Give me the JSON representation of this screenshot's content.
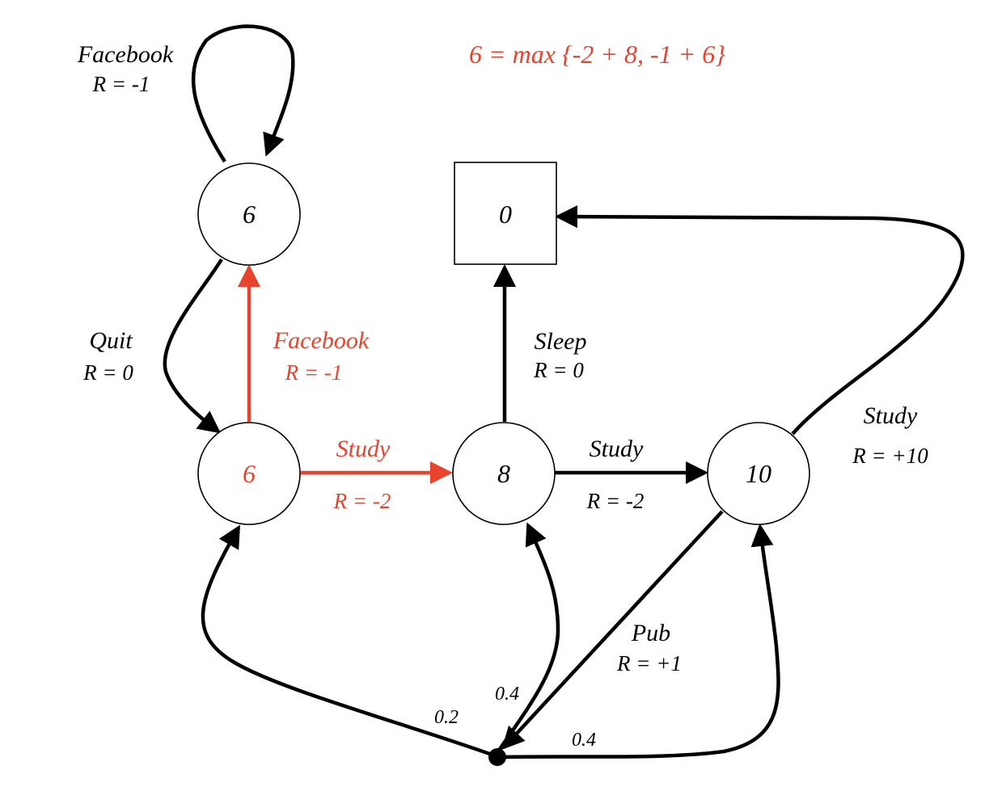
{
  "equation": "6 = max {-2 + 8,  -1 + 6}",
  "nodes": {
    "facebook_state": "6",
    "class1_state": "6",
    "class2_state": "8",
    "class3_state": "10",
    "sleep_terminal": "0"
  },
  "edges": {
    "facebook_loop": {
      "action": "Facebook",
      "reward": "R = -1"
    },
    "quit": {
      "action": "Quit",
      "reward": "R = 0"
    },
    "facebook_red": {
      "action": "Facebook",
      "reward": "R = -1"
    },
    "study_red": {
      "action": "Study",
      "reward": "R = -2"
    },
    "sleep": {
      "action": "Sleep",
      "reward": "R = 0"
    },
    "study_mid": {
      "action": "Study",
      "reward": "R = -2"
    },
    "study_final": {
      "action": "Study",
      "reward": "R = +10"
    },
    "pub": {
      "action": "Pub",
      "reward": "R = +1"
    }
  },
  "probabilities": {
    "to_class1": "0.2",
    "to_class2": "0.4",
    "to_class3": "0.4"
  },
  "colors": {
    "highlight": "#e8432c",
    "default": "#000000"
  }
}
